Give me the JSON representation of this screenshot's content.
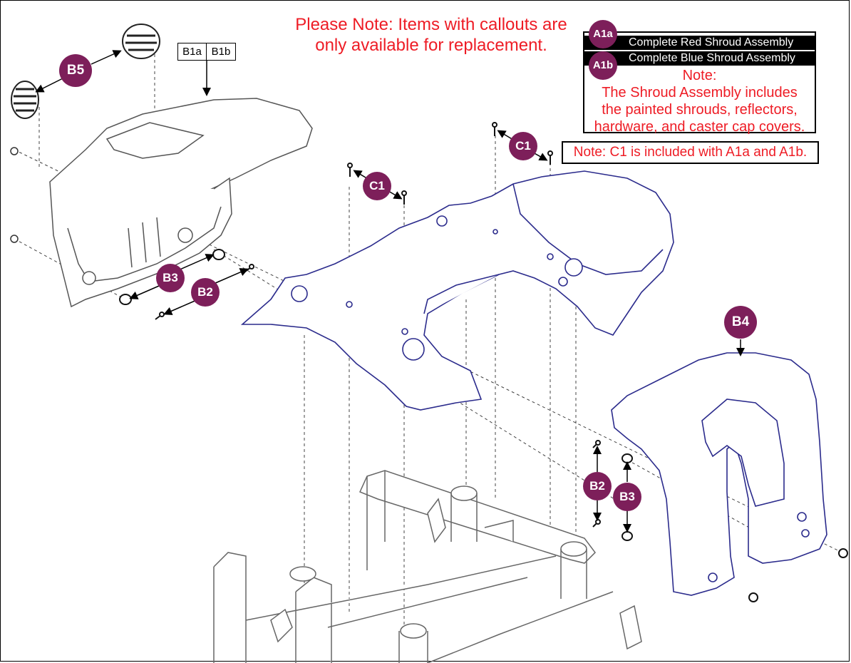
{
  "notice": {
    "line1": "Please Note: Items with callouts are",
    "line2": "only available for replacement."
  },
  "legend": {
    "rows": [
      {
        "code": "A1a",
        "label": "Complete Red Shroud Assembly"
      },
      {
        "code": "A1b",
        "label": "Complete Blue Shroud Assembly"
      }
    ],
    "note_title": "Note:",
    "note_lines": [
      "The Shroud Assembly includes",
      "the painted shrouds, reflectors,",
      "hardware, and caster cap covers."
    ]
  },
  "c1_note": "Note: C1 is included with A1a and A1b.",
  "part_numbers": {
    "left": "B1a",
    "right": "B1b"
  },
  "callouts": {
    "b5": "B5",
    "b3_left": "B3",
    "b2_left": "B2",
    "c1_left": "C1",
    "c1_right": "C1",
    "b4": "B4",
    "b2_right": "B2",
    "b3_right": "B3"
  },
  "colors": {
    "callout": "#7d1f5a",
    "note_text": "#ee1c25",
    "highlight_part": "#2b2b8c",
    "line_art": "#555555"
  }
}
